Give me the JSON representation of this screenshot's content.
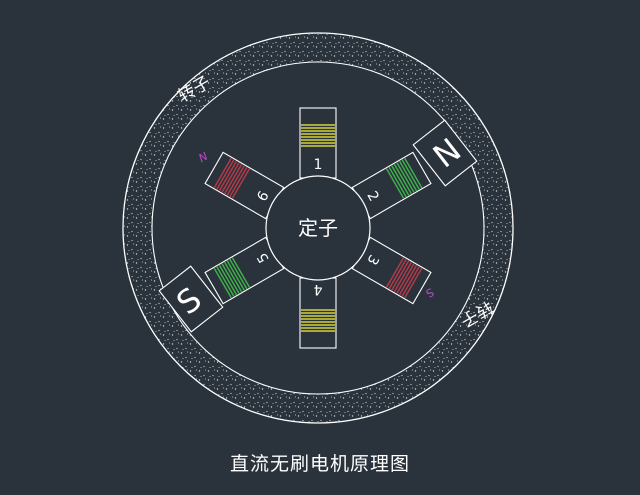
{
  "diagram": {
    "caption": "直流无刷电机原理图",
    "stator_label": "定子",
    "rotor_label_top": "转子",
    "rotor_label_bottom": "转子",
    "magnet_n": "N",
    "magnet_s": "S",
    "pole_labels": {
      "p1": "1",
      "p2": "2",
      "p3": "3",
      "p4": "4",
      "p5": "5",
      "p6": "6"
    },
    "pole_marker_n": "N",
    "pole_marker_s": "S"
  },
  "colors": {
    "background": "#2a323c",
    "line": "#ffffff",
    "coil_yellow": "#d2d23a",
    "coil_green": "#3fb34a",
    "coil_red": "#b83a48",
    "marker_magenta": "#c04ad0"
  },
  "coils": [
    {
      "pole": "1",
      "color": "yellow"
    },
    {
      "pole": "2",
      "color": "green"
    },
    {
      "pole": "3",
      "color": "red"
    },
    {
      "pole": "4",
      "color": "yellow"
    },
    {
      "pole": "5",
      "color": "green"
    },
    {
      "pole": "6",
      "color": "red"
    }
  ]
}
